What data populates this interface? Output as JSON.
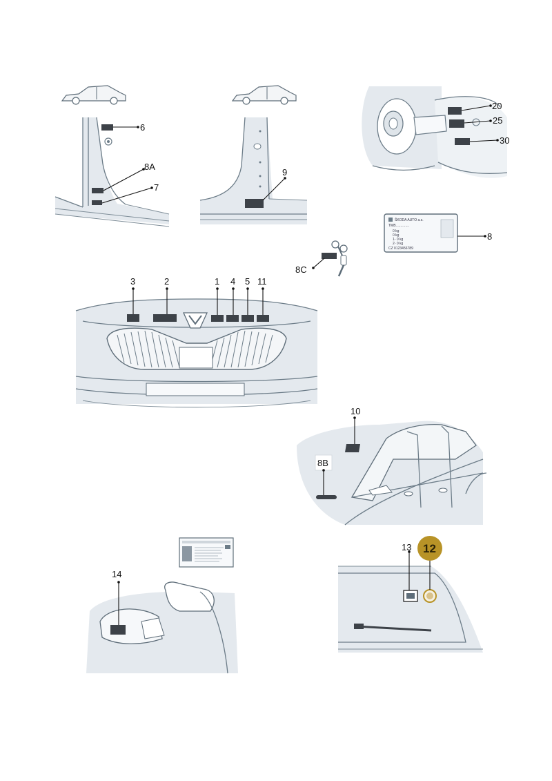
{
  "colors": {
    "sticker": "#3d4248",
    "body_shade": "#e4e9ee",
    "outline": "#6c7c88",
    "badge_gold": "#b89327",
    "callout": "#111111"
  },
  "labels": {
    "l6": "6",
    "l8a": "8A",
    "l7": "7",
    "l9": "9",
    "l20": "20",
    "l25": "25",
    "l30": "30",
    "l8": "8",
    "l8c": "8C",
    "l3": "3",
    "l2": "2",
    "l1": "1",
    "l4": "4",
    "l5": "5",
    "l11": "11",
    "l10": "10",
    "l8b": "8B",
    "l14": "14",
    "l13": "13",
    "l12": "12"
  },
  "plate_text": {
    "line1": "ŠKODA AUTO a.s.",
    "line2": "TMB..............",
    "line3": "0 kg",
    "line4": "0 kg",
    "line5": "1- 0 kg",
    "line6": "2- 0 kg",
    "footer": "CZ 0123456789"
  }
}
